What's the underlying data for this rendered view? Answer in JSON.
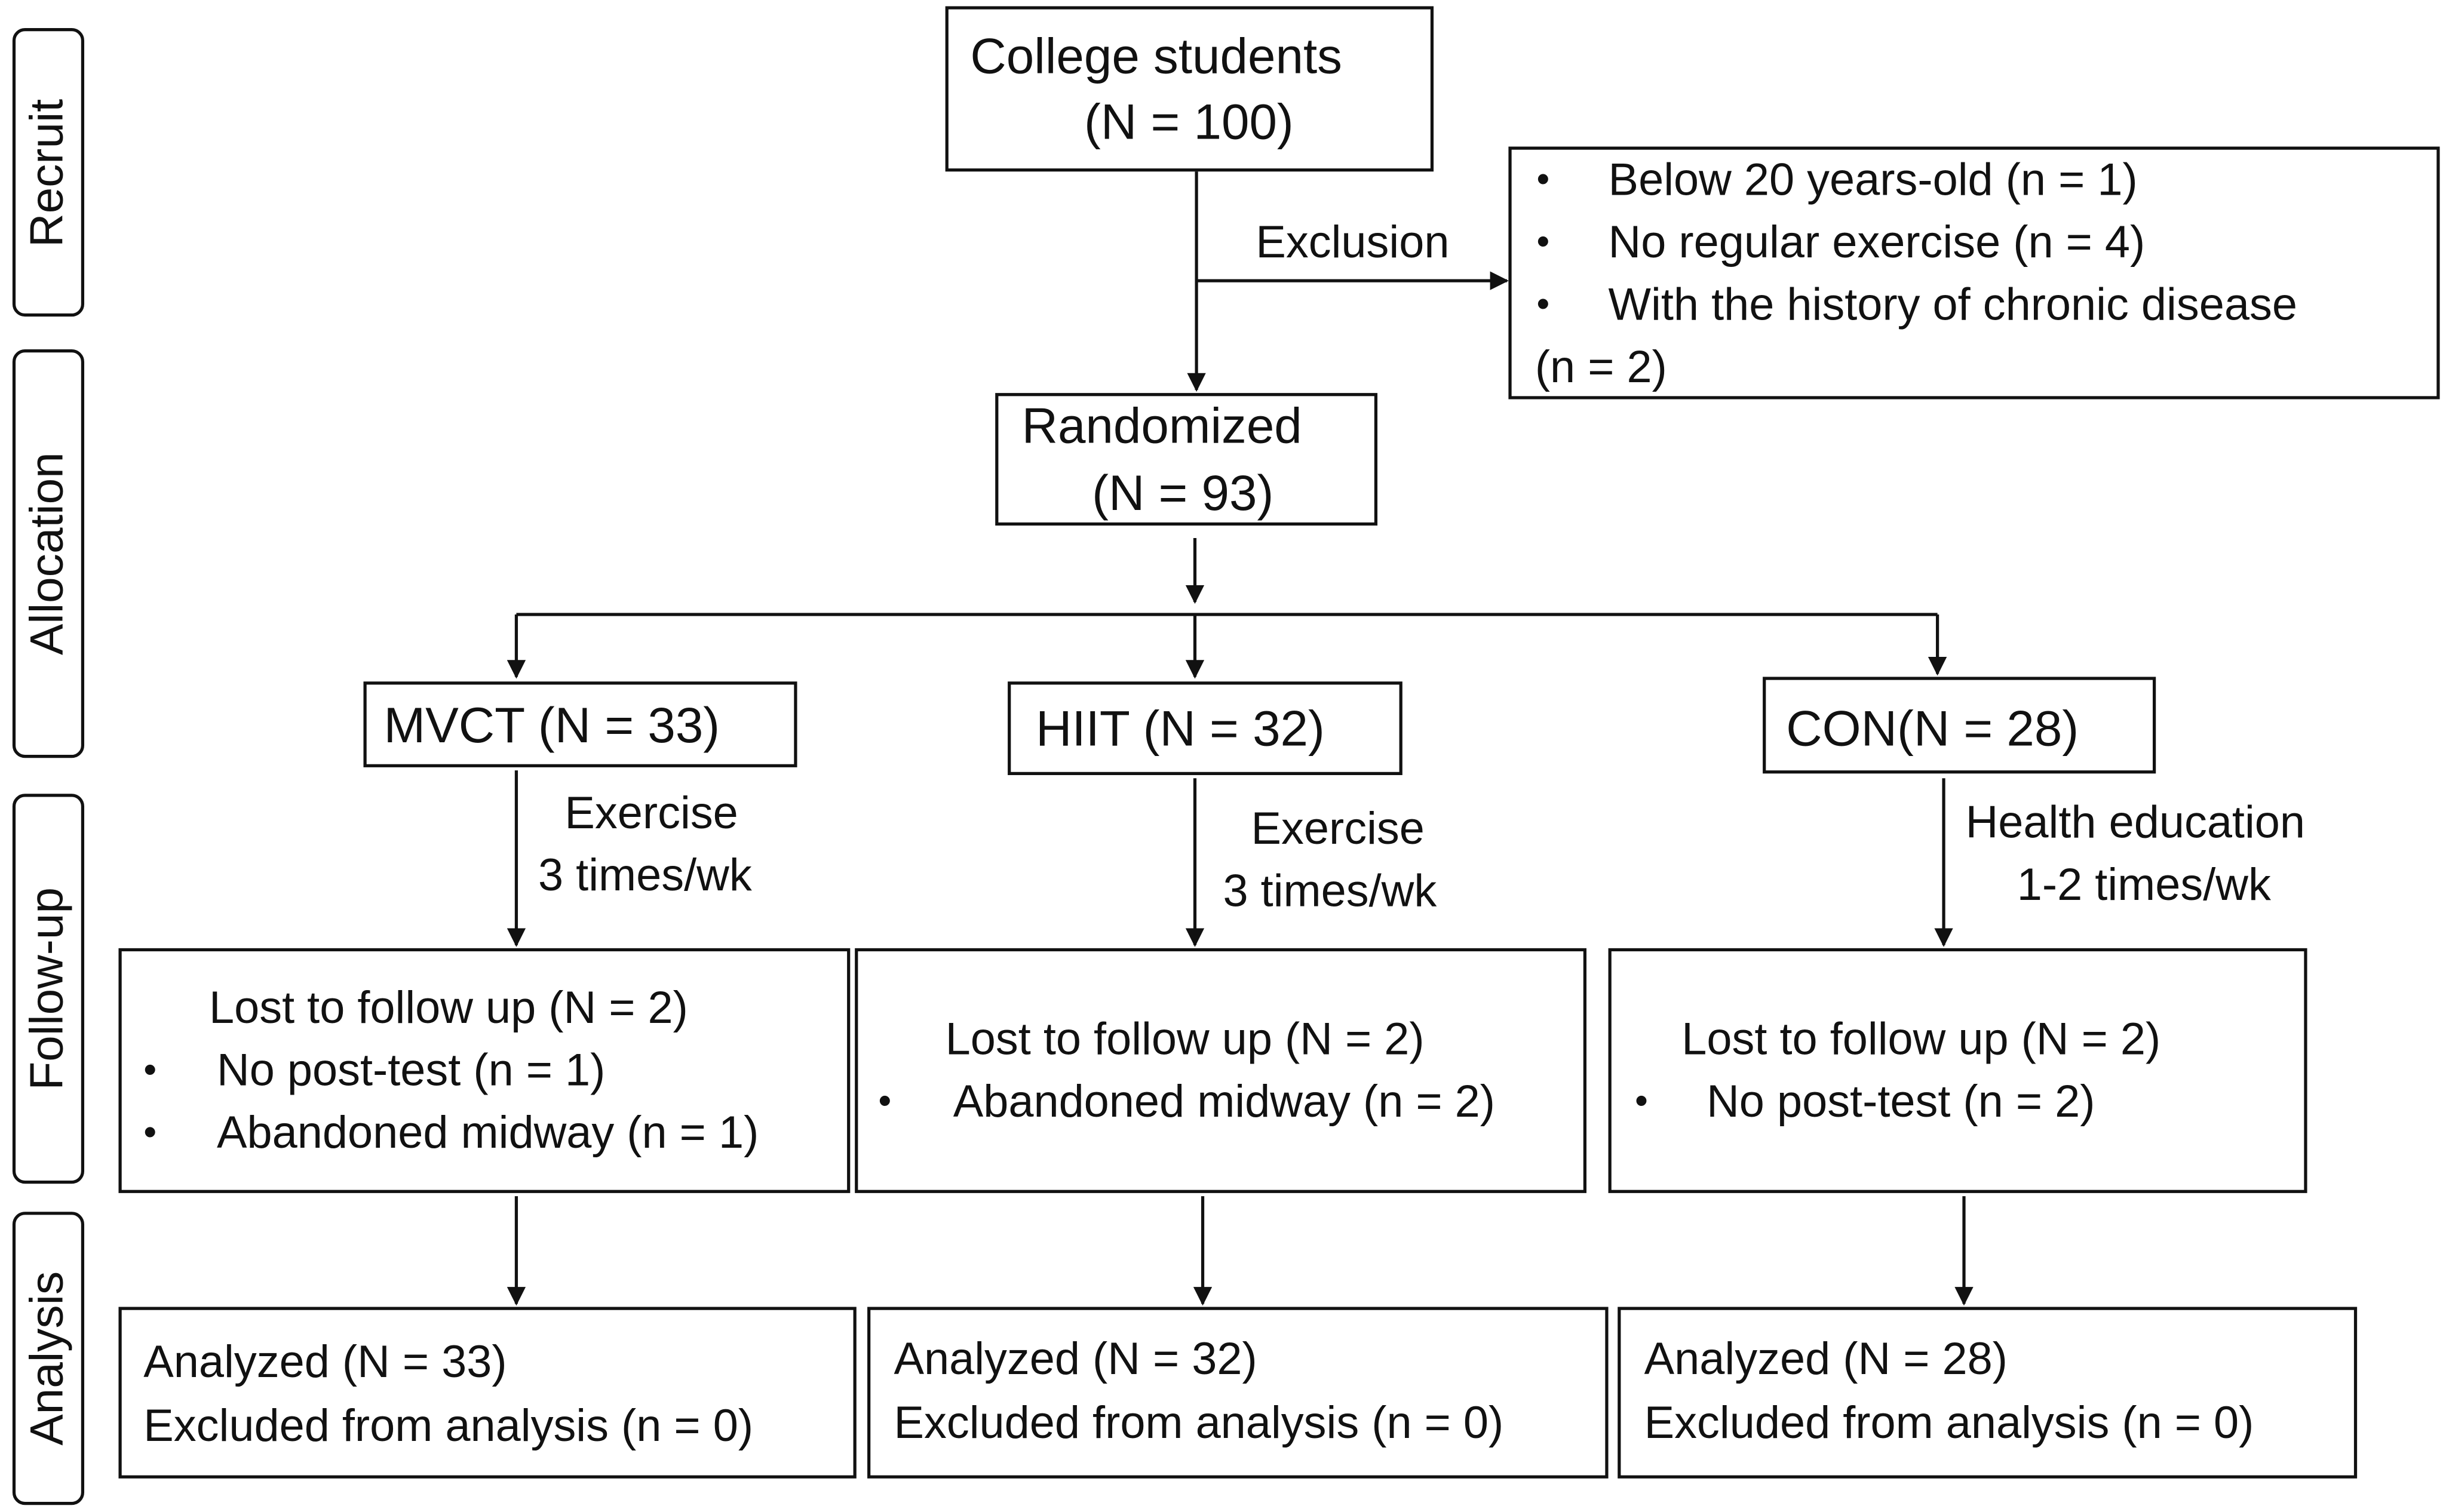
{
  "stages": [
    "Recruit",
    "Allocation",
    "Follow-up",
    "Analysis"
  ],
  "enrollment": {
    "line1": "College students",
    "line2": "(N = 100)"
  },
  "exclusion": {
    "label": "Exclusion",
    "items": [
      "Below 20 years-old (n = 1)",
      "No regular exercise (n = 4)",
      "With the history of chronic disease"
    ],
    "continuation": "(n = 2)"
  },
  "randomized": {
    "line1": "Randomized",
    "line2": "(N = 93)"
  },
  "groups": [
    {
      "label": "MVCT (N = 33)",
      "intervention": [
        "Exercise",
        "3 times/wk"
      ],
      "followup_title": "Lost to follow up (N = 2)",
      "followup_items": [
        "No post-test (n = 1)",
        "Abandoned midway (n = 1)"
      ],
      "analysis": [
        "Analyzed (N = 33)",
        "Excluded from analysis (n = 0)"
      ]
    },
    {
      "label": "HIIT (N = 32)",
      "intervention": [
        "Exercise",
        "3 times/wk"
      ],
      "followup_title": "Lost to follow up (N = 2)",
      "followup_items": [
        "Abandoned midway (n = 2)"
      ],
      "analysis": [
        "Analyzed (N = 32)",
        "Excluded from analysis (n = 0)"
      ]
    },
    {
      "label": "CON(N = 28)",
      "intervention": [
        "Health education",
        "1-2 times/wk"
      ],
      "followup_title": "Lost to follow up (N = 2)",
      "followup_items": [
        "No post-test (n = 2)"
      ],
      "analysis": [
        "Analyzed (N = 28)",
        "Excluded from analysis (n = 0)"
      ]
    }
  ]
}
